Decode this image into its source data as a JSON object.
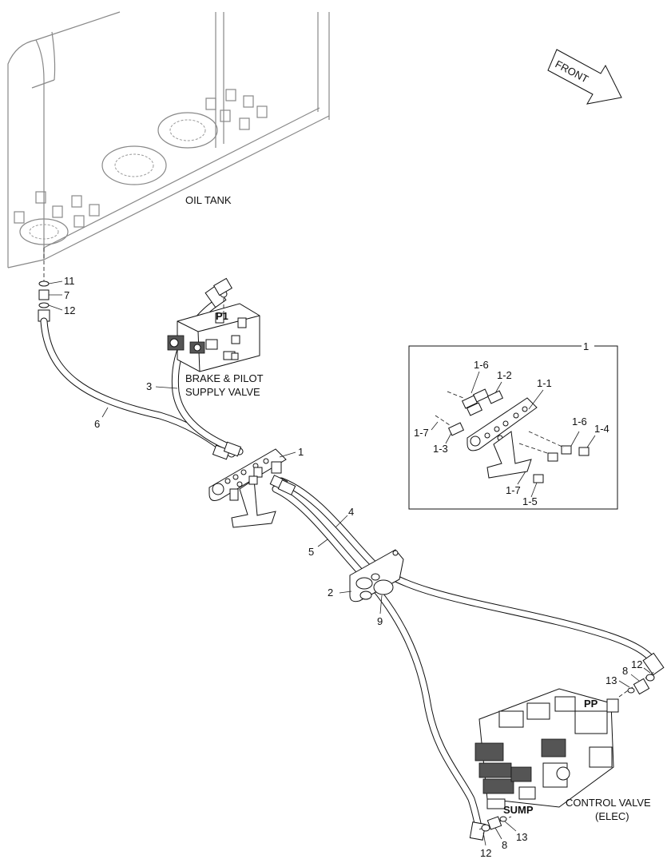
{
  "labels": {
    "oil_tank": "OIL TANK",
    "front": "FRONT",
    "brake_line1": "BRAKE & PILOT",
    "brake_line2": "SUPPLY VALVE",
    "p1": "P1",
    "pp": "PP",
    "sump": "SUMP",
    "control_line1": "CONTROL VALVE",
    "control_line2": "(ELEC)"
  },
  "callouts": {
    "c11a": "11",
    "c7": "7",
    "c12a": "12",
    "c3": "3",
    "c6": "6",
    "c1": "1",
    "c4": "4",
    "c5": "5",
    "c2": "2",
    "c9": "9",
    "c8a": "8",
    "c12b": "12",
    "c13a": "13",
    "c12c": "12",
    "c8b": "8",
    "c13b": "13"
  },
  "detail": {
    "title": "1",
    "c16a": "1-6",
    "c12": "1-2",
    "c11": "1-1",
    "c17a": "1-7",
    "c13": "1-3",
    "c16b": "1-6",
    "c14": "1-4",
    "c17b": "1-7",
    "c15": "1-5"
  },
  "colors": {
    "line": "#111111",
    "tank": "#888888",
    "valve_shade": "#555555"
  }
}
